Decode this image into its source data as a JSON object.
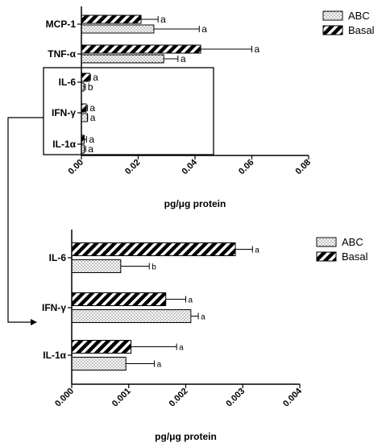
{
  "chart_data": [
    {
      "type": "bar",
      "orientation": "horizontal",
      "categories": [
        "MCP-1",
        "TNF-α",
        "IL-6",
        "IFN-γ",
        "IL-1α"
      ],
      "series": [
        {
          "name": "Basal",
          "values": [
            0.021,
            0.042,
            0.0029,
            0.0017,
            0.001
          ],
          "errors": [
            0.006,
            0.018,
            0.0003,
            0.0004,
            0.0008
          ],
          "labels": [
            "a",
            "a",
            "a",
            "a",
            "a"
          ]
        },
        {
          "name": "ABC",
          "values": [
            0.0255,
            0.029,
            0.0009,
            0.0021,
            0.001
          ],
          "errors": [
            0.016,
            0.005,
            0.0005,
            0.0001,
            0.0005
          ],
          "labels": [
            "a",
            "a",
            "b",
            "a",
            "a"
          ]
        }
      ],
      "xlabel": "pg/μg protein",
      "xlim": [
        0,
        0.08
      ],
      "xticks": [
        "0.00",
        "0.02",
        "0.04",
        "0.06",
        "0.08"
      ],
      "legend": [
        "ABC",
        "Basal"
      ],
      "legend_position": "top-right",
      "colors": {
        "bar_outline": "#000000",
        "background": "#ffffff"
      }
    },
    {
      "type": "bar",
      "orientation": "horizontal",
      "categories": [
        "IL-6",
        "IFN-γ",
        "IL-1α"
      ],
      "series": [
        {
          "name": "Basal",
          "values": [
            0.00287,
            0.00165,
            0.00104
          ],
          "errors": [
            0.0003,
            0.00035,
            0.0008
          ],
          "labels": [
            "a",
            "a",
            "a"
          ]
        },
        {
          "name": "ABC",
          "values": [
            0.00086,
            0.00209,
            0.00095
          ],
          "errors": [
            0.0005,
            0.00013,
            0.0005
          ],
          "labels": [
            "b",
            "a",
            "a"
          ]
        }
      ],
      "xlabel": "pg/μg protein",
      "xlim": [
        0,
        0.004
      ],
      "xticks": [
        "0.000",
        "0.001",
        "0.002",
        "0.003",
        "0.004"
      ],
      "legend": [
        "ABC",
        "Basal"
      ],
      "legend_position": "top-right"
    }
  ]
}
